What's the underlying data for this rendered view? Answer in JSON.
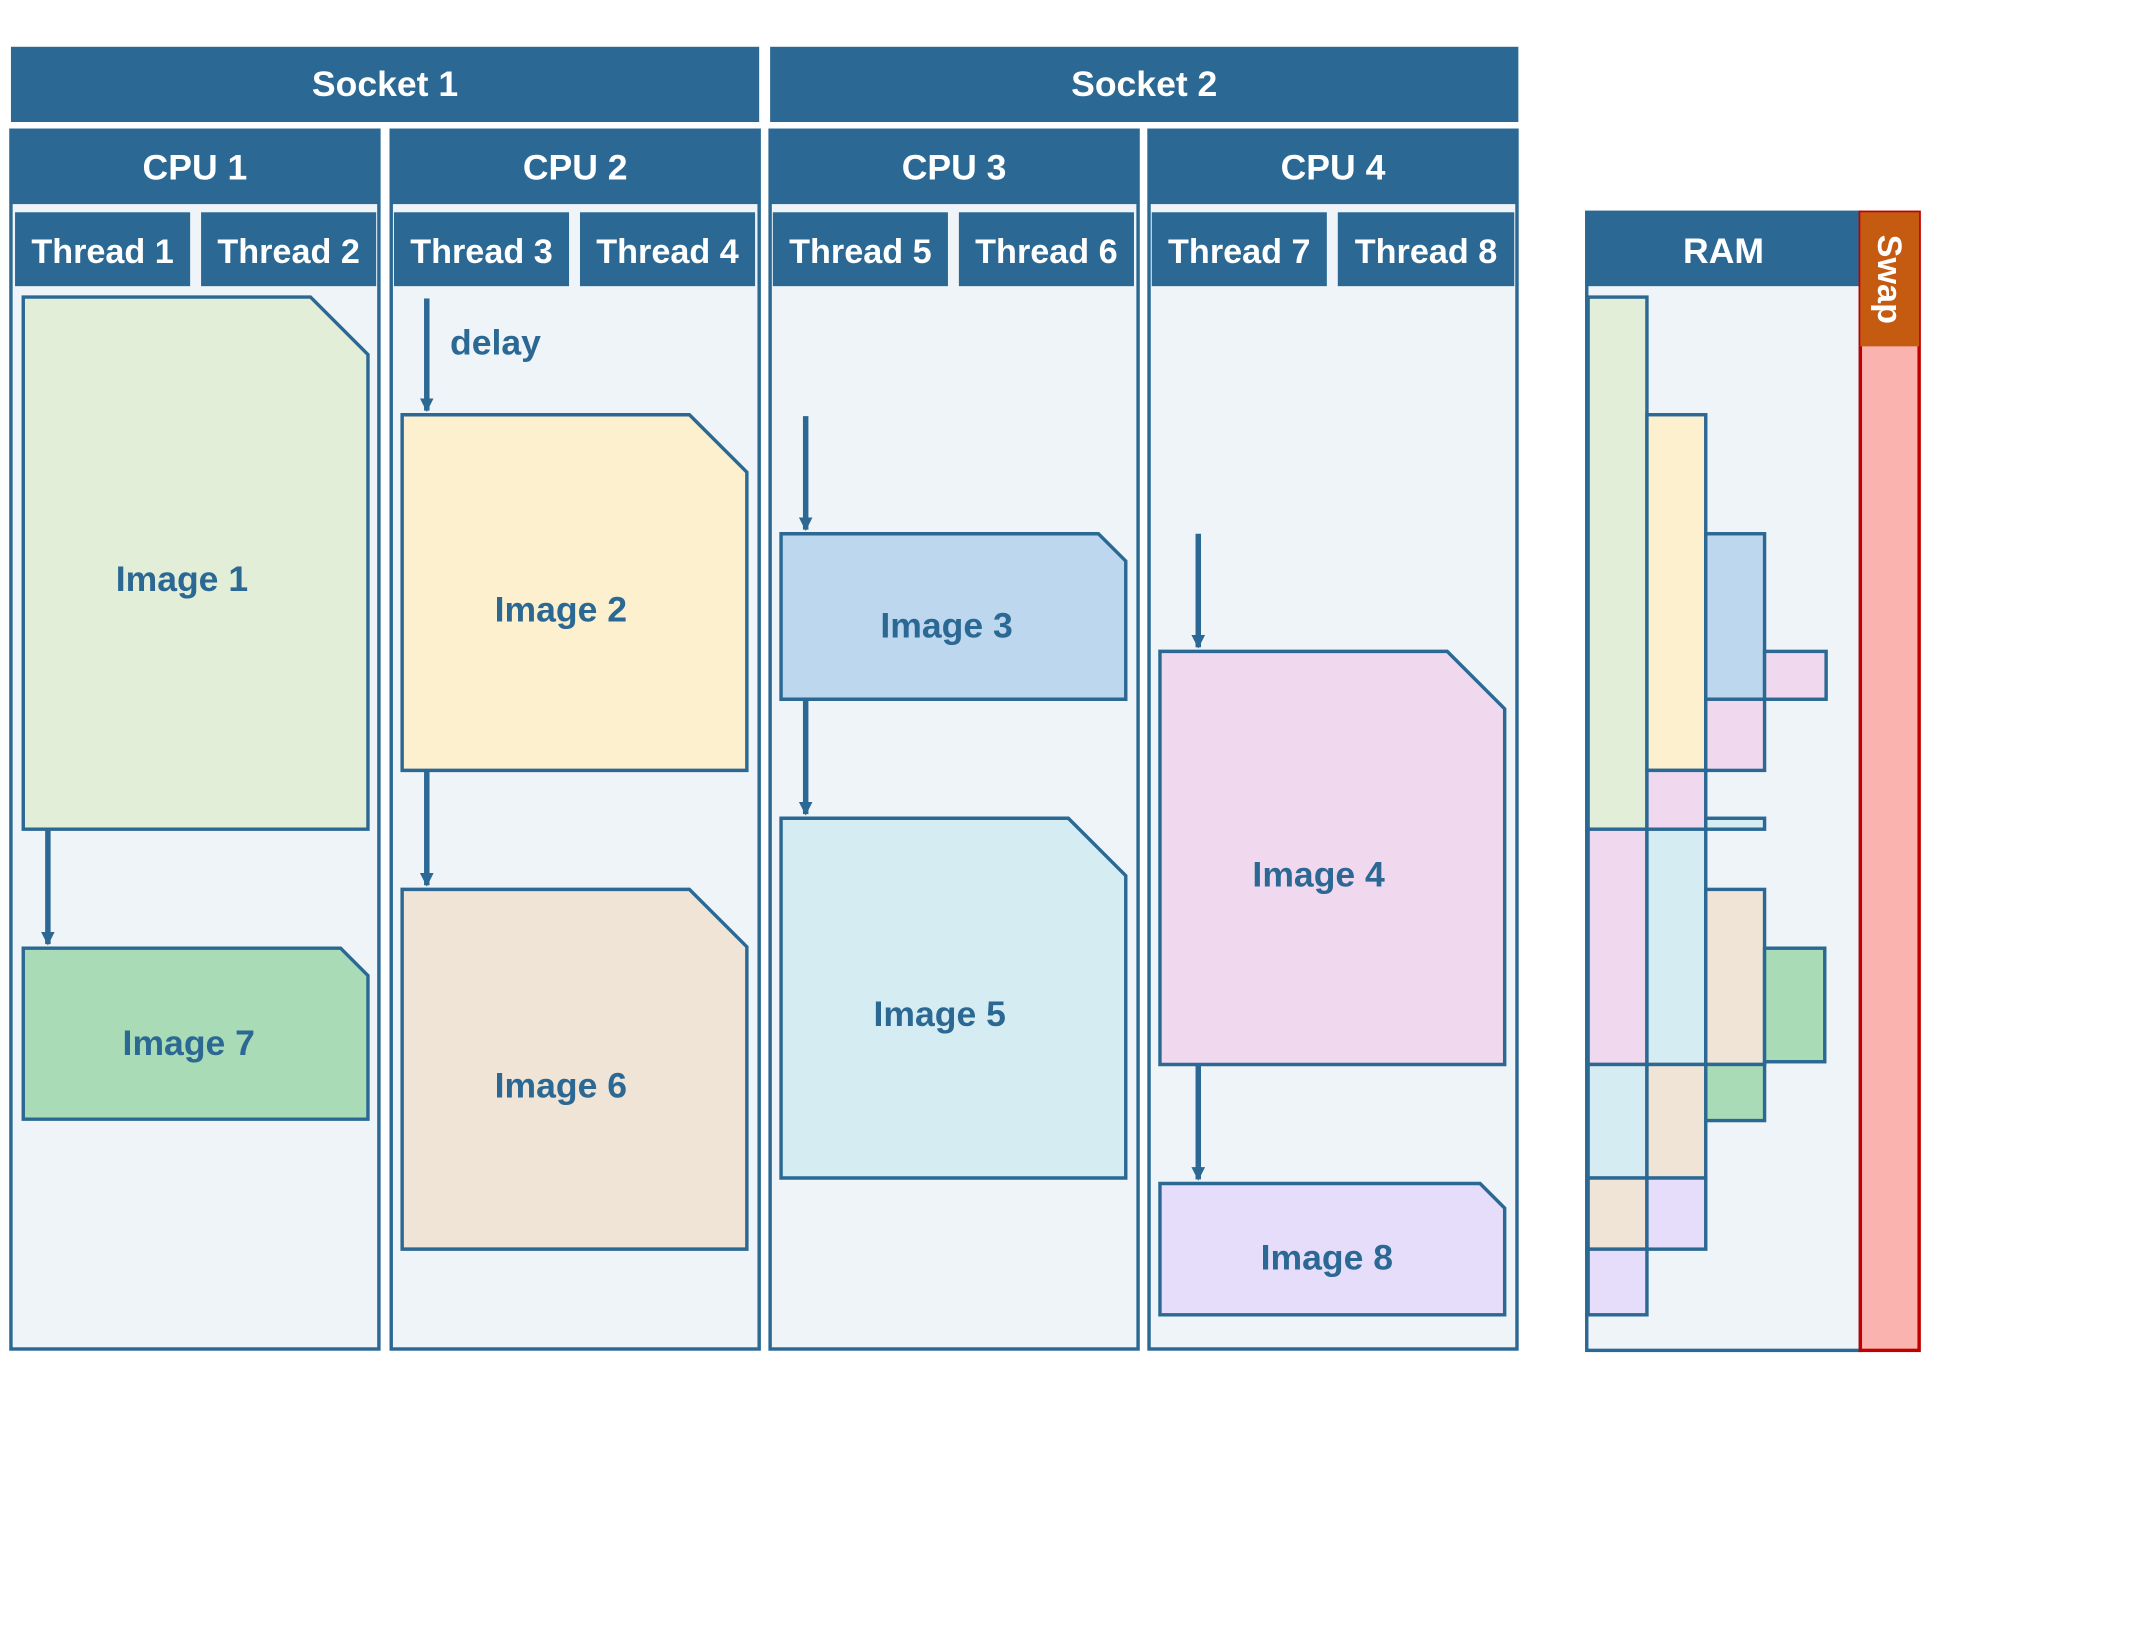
{
  "colors": {
    "header": "#2b6893",
    "column_bg": "#eef4f7",
    "border": "#2b6893",
    "text_header": "#ffffff",
    "text_label": "#2b6893",
    "swap_header": "#c55a11",
    "swap_body": "#fbb3b0",
    "swap_border": "#c00000",
    "image1": "#e3eed8",
    "image2": "#fdf0cf",
    "image3": "#bdd7ee",
    "image4": "#f0d9ef",
    "image5": "#d5ecf3",
    "image6": "#efe4d6",
    "image7": "#a9dbb7",
    "image8": "#e6ddfb"
  },
  "sockets": [
    {
      "label": "Socket 1"
    },
    {
      "label": "Socket 2"
    }
  ],
  "cpus": [
    {
      "label": "CPU 1"
    },
    {
      "label": "CPU 2"
    },
    {
      "label": "CPU 3"
    },
    {
      "label": "CPU 4"
    }
  ],
  "threads": [
    {
      "label": "Thread 1"
    },
    {
      "label": "Thread 2"
    },
    {
      "label": "Thread 3"
    },
    {
      "label": "Thread 4"
    },
    {
      "label": "Thread 5"
    },
    {
      "label": "Thread 6"
    },
    {
      "label": "Thread 7"
    },
    {
      "label": "Thread 8"
    }
  ],
  "images": [
    {
      "label": "Image 1",
      "color_key": "image1"
    },
    {
      "label": "Image 2",
      "color_key": "image2"
    },
    {
      "label": "Image 3",
      "color_key": "image3"
    },
    {
      "label": "Image 4",
      "color_key": "image4"
    },
    {
      "label": "Image 5",
      "color_key": "image5"
    },
    {
      "label": "Image 6",
      "color_key": "image6"
    },
    {
      "label": "Image 7",
      "color_key": "image7"
    },
    {
      "label": "Image 8",
      "color_key": "image8"
    }
  ],
  "annotations": {
    "delay": "delay"
  },
  "memory": {
    "ram_label": "RAM",
    "swap_label": "Swap"
  }
}
